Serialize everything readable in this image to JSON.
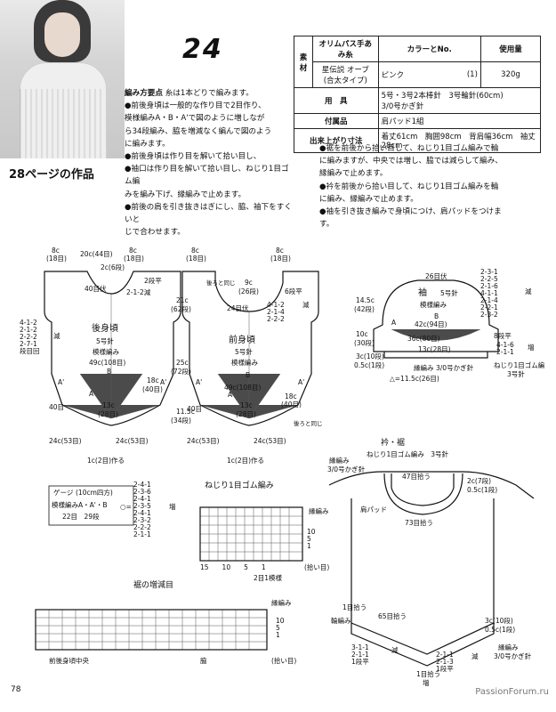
{
  "pattern_number": "24",
  "caption": "28ページの作品",
  "materials_table": {
    "label_material": "素\n材",
    "yarn_header": "オリムパス手あみ糸",
    "color_header": "カラーとNo.",
    "amount_header": "使用量",
    "yarn_name_1": "星伝説 オーブ",
    "yarn_name_2": "(合太タイプ)",
    "color_name": "ピンク",
    "color_no": "(1)",
    "amount": "320g",
    "tools_label": "用　具",
    "tools_line1": "5号・3号2本棒針　3号輪針(60cm)",
    "tools_line2": "3/0号かぎ針",
    "accessories_label": "付属品",
    "accessories": "肩パッド1組",
    "size_label": "出来上がり寸法",
    "size": "着丈61cm　胸囲98cm　背肩幅36cm　袖丈28cm"
  },
  "instructions_left": {
    "heading": "編み方要点",
    "lines": [
      "糸は1本どりで編みます。",
      "●前後身頃は一般的な作り目で2目作り、",
      "模様編みA・B・A'で図のように増しなが",
      "ら34段編み、脇を増減なく編んで図のよう",
      "に編みます。",
      "●前後身頃は作り目を解いて拾い目し、",
      "●袖口は作り目を解いて拾い目し、ねじり1目ゴム編",
      "みを編み下げ、縁編みで止めます。",
      "●前後の肩を引き抜きはぎにし、脇、袖下をすくいと",
      "じで合わせます。"
    ]
  },
  "instructions_right": {
    "lines": [
      "●裾を前後から拾い目して、ねじり1目ゴム編みで輪",
      "に編みますが、中央では増し、脇では減らして編み、",
      "縁編みで止めます。",
      "●衿を前後から拾い目して、ねじり1目ゴム編みを輪",
      "に編み、縁編みで止めます。",
      "●袖を引き抜き編みで身頃につけ、肩パッドをつけま",
      "す。"
    ]
  },
  "diagram_back": {
    "title": "後身頃",
    "needle": "5号針",
    "pattern": "模様編み",
    "top_left": "8c",
    "top_left_sts": "(18目)",
    "top_mid": "20c(44目)",
    "top_right": "8c",
    "top_right_sts": "(18目)",
    "neck": "2c(6段)",
    "neck_sts": "40目伏",
    "shoulder": "2段平",
    "shoulder2": "2-1-2減",
    "arm_dec": "4-1-2\n2-1-2\n2-2-2\n2-7-1\n段目回",
    "arm_dec_label": "減",
    "width": "49c(108目)",
    "side": "18c",
    "side_sts": "(40目)",
    "a_left": "A'",
    "a_right": "A'",
    "b": "B",
    "a": "A",
    "bottom_left": "40目",
    "center": "13c",
    "center_sts": "(28目)",
    "hem_left": "24c(53目)",
    "hem_right": "24c(53目)",
    "cast_on": "1c(2目)作る"
  },
  "diagram_front": {
    "title": "前身頃",
    "needle": "5号針",
    "pattern": "模様編み",
    "top_left": "8c",
    "top_left_sts": "(18目)",
    "top_right": "8c",
    "top_right_sts": "(18目)",
    "neck": "9c",
    "neck_rows": "(26段)",
    "neck_dec": "4-1-2\n2-1-4\n2-2-2",
    "neck_dec_label": "減",
    "neck_top": "6段平",
    "neck_sts": "24目伏",
    "back_same": "後ろと同じ",
    "height_upper": "21c",
    "height_upper_rows": "(62段)",
    "height_mid": "25c",
    "height_mid_rows": "(72段)",
    "height_low": "11.5c",
    "height_low_rows": "(34段)",
    "width": "49c(108目)",
    "side": "18c",
    "side_sts": "(40目)",
    "bottom_left": "40目",
    "center": "13c",
    "center_sts": "(28目)",
    "back_same2": "後ろと同じ",
    "hem_left": "24c(53目)",
    "hem_right": "24c(53目)",
    "cast_on": "1c(2目)作る",
    "a_left": "A'",
    "a_right": "A'",
    "b": "B",
    "a": "A"
  },
  "diagram_sleeve": {
    "title": "袖",
    "needle": "5号針",
    "pattern": "模様編み",
    "top": "26目伏",
    "cap_dec": "2-3-1\n2-2-5\n2-1-6\n4-1-1\n2-1-4\n2-2-1\n2-3-2",
    "cap_dec_label": "減",
    "cap_h": "14.5c",
    "cap_rows": "(42段)",
    "width": "42c(94目)",
    "width2": "36c(80目)",
    "cuff_h": "10c",
    "cuff_rows": "(30段)",
    "cuff2": "13c(28目)",
    "cuff3": "3c(10段)",
    "edge": "0.5c(1段)",
    "rows_flat": "8段平",
    "inc": "4-1-6\n2-1-1",
    "inc_label": "増",
    "rib": "ねじり1目ゴム編",
    "rib_needle": "3号針",
    "edging": "縁編み",
    "edging_needle": "3/0号かぎ針",
    "a": "A",
    "b": "B",
    "triangle": "△=11.5c(26目)"
  },
  "gauge": {
    "label": "ゲージ",
    "unit": "(10cm四方)",
    "line1": "模様編みA・A'・B",
    "line2": "22目　29段"
  },
  "inc_formula": {
    "circle": "○=",
    "values": "2-4-1\n2-3-6\n2-4-1\n2-3-5\n2-4-1\n2-3-2\n2-2-2\n2-1-1",
    "label": "増"
  },
  "rib_chart": {
    "title": "ねじり1目ゴム編み",
    "edging": "縁編み",
    "ticks": "15　　10　　5　　1",
    "pickup": "(拾い目)",
    "pattern_repeat": "2目1模様",
    "rows": "10\n5\n1"
  },
  "hem_chart": {
    "title": "裾の増減目",
    "edging": "縁編み",
    "front_center": "前後身頃中央",
    "side": "脇",
    "pickup": "(拾い目)",
    "rows": "10\n5\n1"
  },
  "collar_diagram": {
    "title": "衿・裾",
    "subtitle": "ねじり1目ゴム編み　3号針",
    "edging": "縁編み",
    "edging_needle": "3/0号かぎ針",
    "pick_47": "47目拾う",
    "right_dim": "2c(7段)",
    "right_dim2": "0.5c(1段)",
    "pad": "肩パッド",
    "pick_73": "73目拾う",
    "pick_1": "1目拾う",
    "pick_65": "65目拾う",
    "round": "輪編み",
    "dec1": "3-1-1\n2-1-1\n1段平",
    "dec1_label": "減",
    "dec2": "2-1-1\n2-1-3\n1段平",
    "dec2_label": "減",
    "pick_1b": "1目拾う",
    "right_hem": "3c(10段)",
    "right_hem2": "0.5c(1段)",
    "hem_edging": "縁編み",
    "hem_needle": "3/0号かぎ針",
    "inc_label": "増"
  },
  "page_number": "78",
  "watermark": "PassionForum.ru"
}
